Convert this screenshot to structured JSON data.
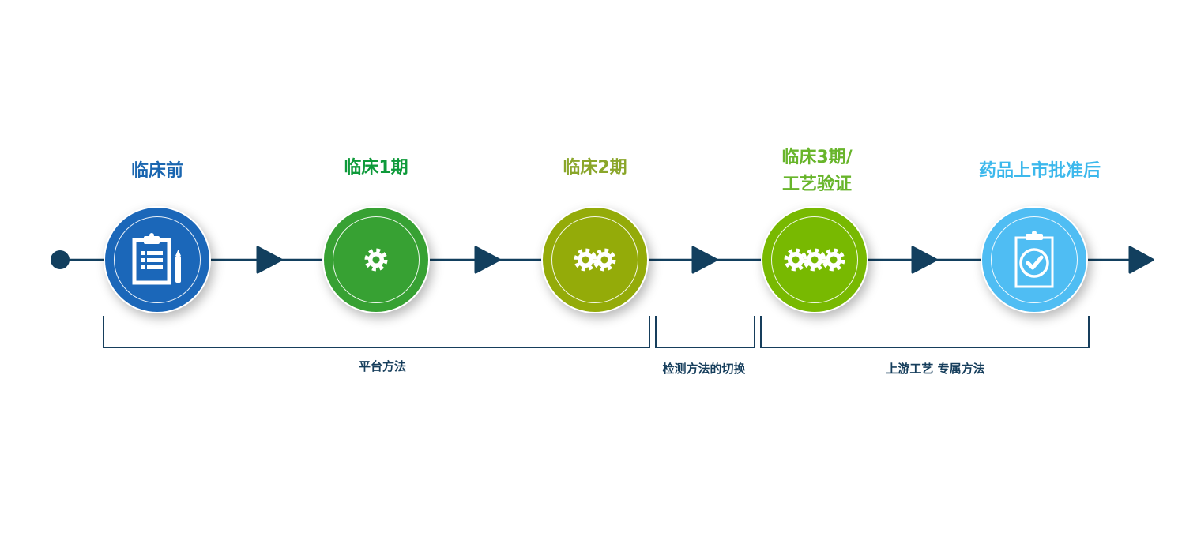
{
  "colors": {
    "line": "#123f5e",
    "preclinical": "#1b67b9",
    "phase1": "#37a133",
    "phase2": "#94ab09",
    "phase3": "#78b901",
    "post": "#4fbdf3"
  },
  "stages": [
    {
      "title": "临床前",
      "icon": "clipboard-pencil-icon",
      "color": "#1b67b9",
      "title_color": "#1a66b0"
    },
    {
      "title": "临床1期",
      "icon": "gear-icon",
      "color": "#37a133",
      "title_color": "#0e9a3a"
    },
    {
      "title": "临床2期",
      "icon": "two-gears-icon",
      "color": "#94ab09",
      "title_color": "#8aa62a"
    },
    {
      "title_line1": "临床3期/",
      "title_line2": "工艺验证",
      "icon": "three-gears-icon",
      "color": "#78b901",
      "title_color": "#68b52b"
    },
    {
      "title": "药品上市批准后",
      "icon": "clipboard-check-icon",
      "color": "#4fbdf3",
      "title_color": "#3cb8ec"
    }
  ],
  "brackets": [
    {
      "label": "平台方法"
    },
    {
      "label": "检测方法的切换"
    },
    {
      "label": "上游工艺 专属方法"
    }
  ]
}
